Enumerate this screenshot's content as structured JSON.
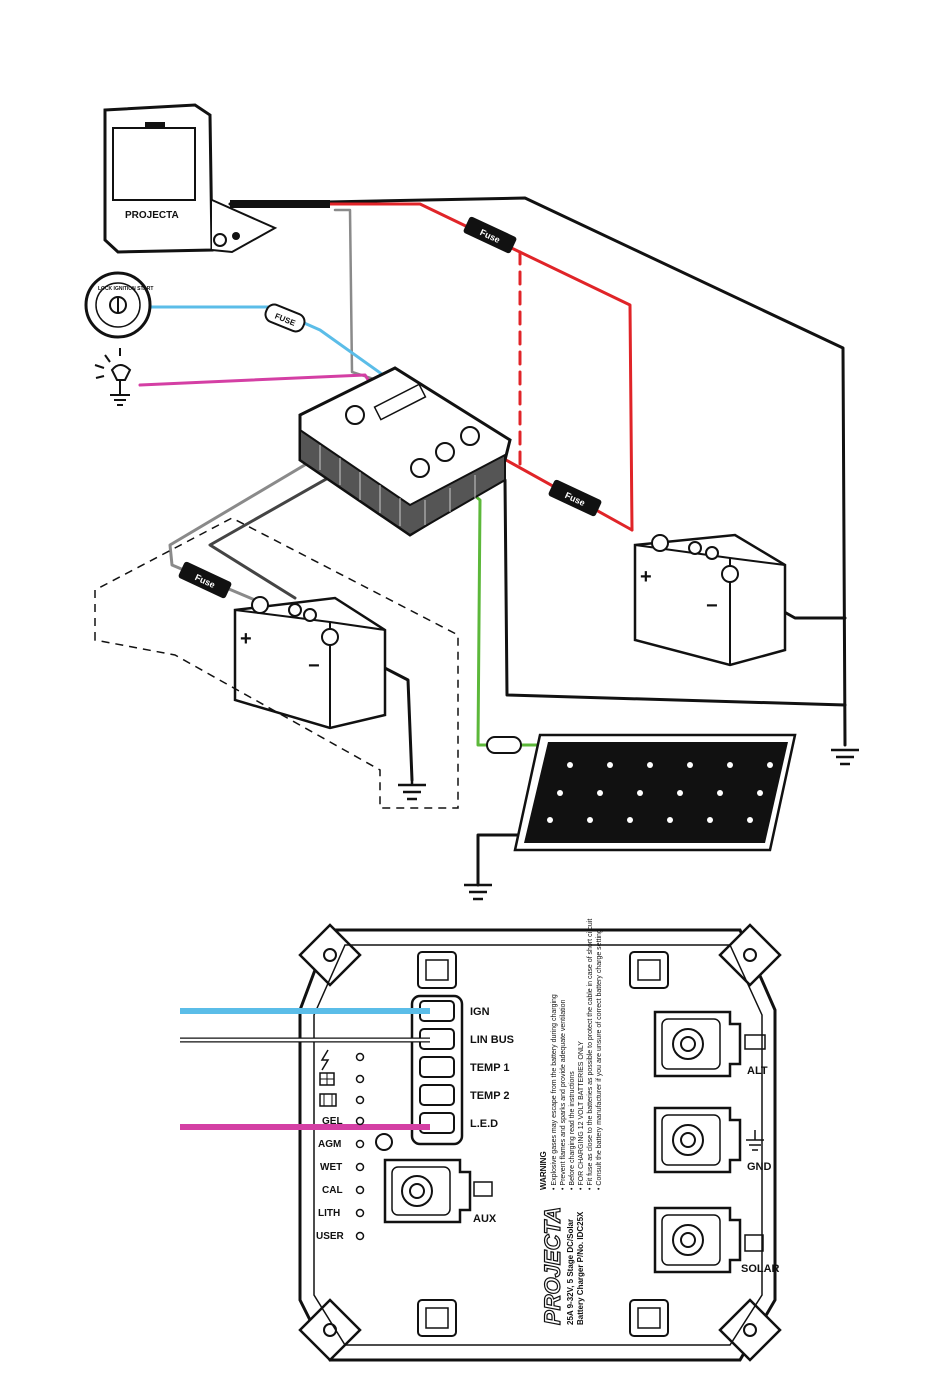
{
  "colors": {
    "ign_wire": "#5bbde8",
    "led_wire": "#d43fa4",
    "positive_wire": "#e02428",
    "solar_wire": "#5cb83a",
    "ground_wire": "#111111",
    "signal_wire": "#8a8a8a"
  },
  "display": {
    "brand": "PROJECTA"
  },
  "ignition_switch": {
    "ring_text": "LOCK  IGNITION  START"
  },
  "fuses": {
    "display_fuse": "Fuse",
    "ign_fuse": "FUSE",
    "alt_fuse": "Fuse",
    "aux_fuse": "Fuse"
  },
  "battery": {
    "plus": "+",
    "minus": "−"
  },
  "terminals": {
    "ign": "IGN",
    "lin_bus": "LIN BUS",
    "temp1": "TEMP 1",
    "temp2": "TEMP 2",
    "led": "L.E.D",
    "alt": "ALT",
    "gnd": "GND",
    "solar": "SOLAR",
    "aux": "AUX"
  },
  "modes": [
    "GEL",
    "AGM",
    "WET",
    "CAL",
    "LITH",
    "USER"
  ],
  "mode_icons": [
    "lightning-icon",
    "solar-panel-icon",
    "alternator-icon"
  ],
  "warning": {
    "title": "WARNING",
    "lines": [
      "• Explosive gases may escape from the battery during charging",
      "• Prevent flames and sparks and provide adequate ventilation",
      "• Before charging read the instructions",
      "• FOR CHARGING 12 VOLT BATTERIES ONLY",
      "• Fit fuse as close to the batteries as possible to protect the cable in case of short circuit",
      "• Consult the battery manufacturer if you are unsure of correct battery charge setting"
    ]
  },
  "product": {
    "brand": "PROJECTA",
    "line1": "25A 9-32V, 5 Stage DC/Solar",
    "line2": "Battery Charger P/No. IDC25X"
  }
}
